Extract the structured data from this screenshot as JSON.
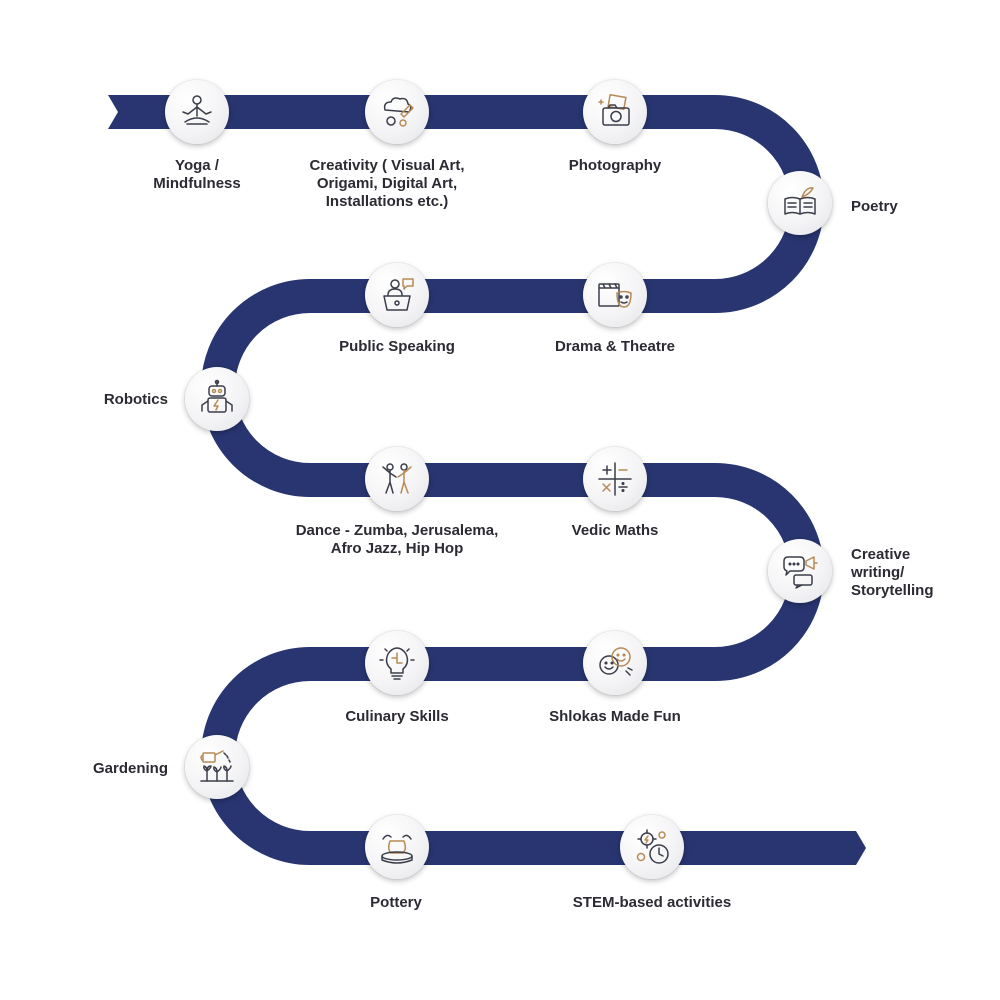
{
  "colors": {
    "road": "#283570",
    "label": "#2b2b33",
    "icon_ink": "#3b3e4a",
    "icon_accent": "#b88a55"
  },
  "activities": [
    {
      "label": "Yoga /\nMindfulness",
      "icon": "yoga-icon"
    },
    {
      "label": "Creativity ( Visual Art,\nOrigami, Digital Art,\nInstallations etc.)",
      "icon": "creativity-icon"
    },
    {
      "label": "Photography",
      "icon": "camera-icon"
    },
    {
      "label": "Poetry",
      "icon": "book-quill-icon"
    },
    {
      "label": "Drama & Theatre",
      "icon": "theatre-masks-icon"
    },
    {
      "label": "Public Speaking",
      "icon": "podium-speaker-icon"
    },
    {
      "label": "Robotics",
      "icon": "robot-icon"
    },
    {
      "label": "Dance - Zumba, Jerusalema,\nAfro Jazz, Hip Hop",
      "icon": "dancers-icon"
    },
    {
      "label": "Vedic Maths",
      "icon": "math-operators-icon"
    },
    {
      "label": "Creative\nwriting/\nStorytelling",
      "icon": "speech-megaphone-icon"
    },
    {
      "label": "Shlokas Made Fun",
      "icon": "happy-faces-icon"
    },
    {
      "label": "Culinary Skills",
      "icon": "lightbulb-icon"
    },
    {
      "label": "Gardening",
      "icon": "watering-can-icon"
    },
    {
      "label": "Pottery",
      "icon": "pottery-wheel-icon"
    },
    {
      "label": "STEM-based activities",
      "icon": "gears-clock-icon"
    }
  ]
}
